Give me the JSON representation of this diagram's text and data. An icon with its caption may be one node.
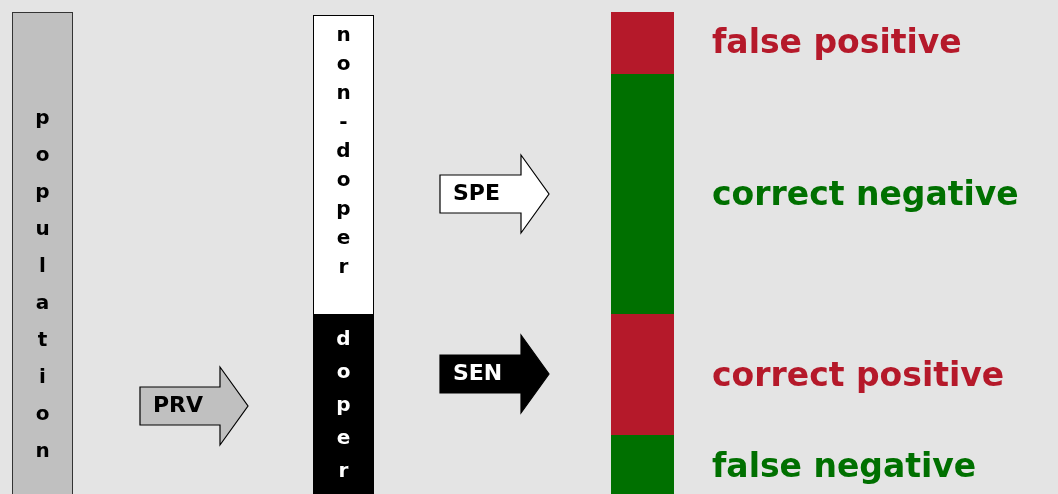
{
  "diagram": {
    "nodes": [
      {
        "text": [
          "population"
        ]
      },
      {
        "text": [
          "non-doper"
        ]
      },
      {
        "text": [
          "doper"
        ]
      },
      {
        "text": [],
        "shape": "bar",
        "beside": [
          "false positive"
        ]
      },
      {
        "text": [],
        "shape": "bar",
        "beside": [
          "correct negative"
        ]
      },
      {
        "text": [],
        "shape": "bar",
        "beside": [
          "correct positive"
        ]
      },
      {
        "text": [],
        "shape": "bar",
        "beside": [
          "false negative"
        ]
      }
    ],
    "edges": [
      {
        "from": 0,
        "to": 2,
        "arrow": "to",
        "label": "PRV"
      },
      {
        "from": 1,
        "to": 4,
        "arrow": "to",
        "label": "SPE"
      },
      {
        "from": 2,
        "to": 5,
        "arrow": "to",
        "label": "SEN"
      }
    ]
  }
}
